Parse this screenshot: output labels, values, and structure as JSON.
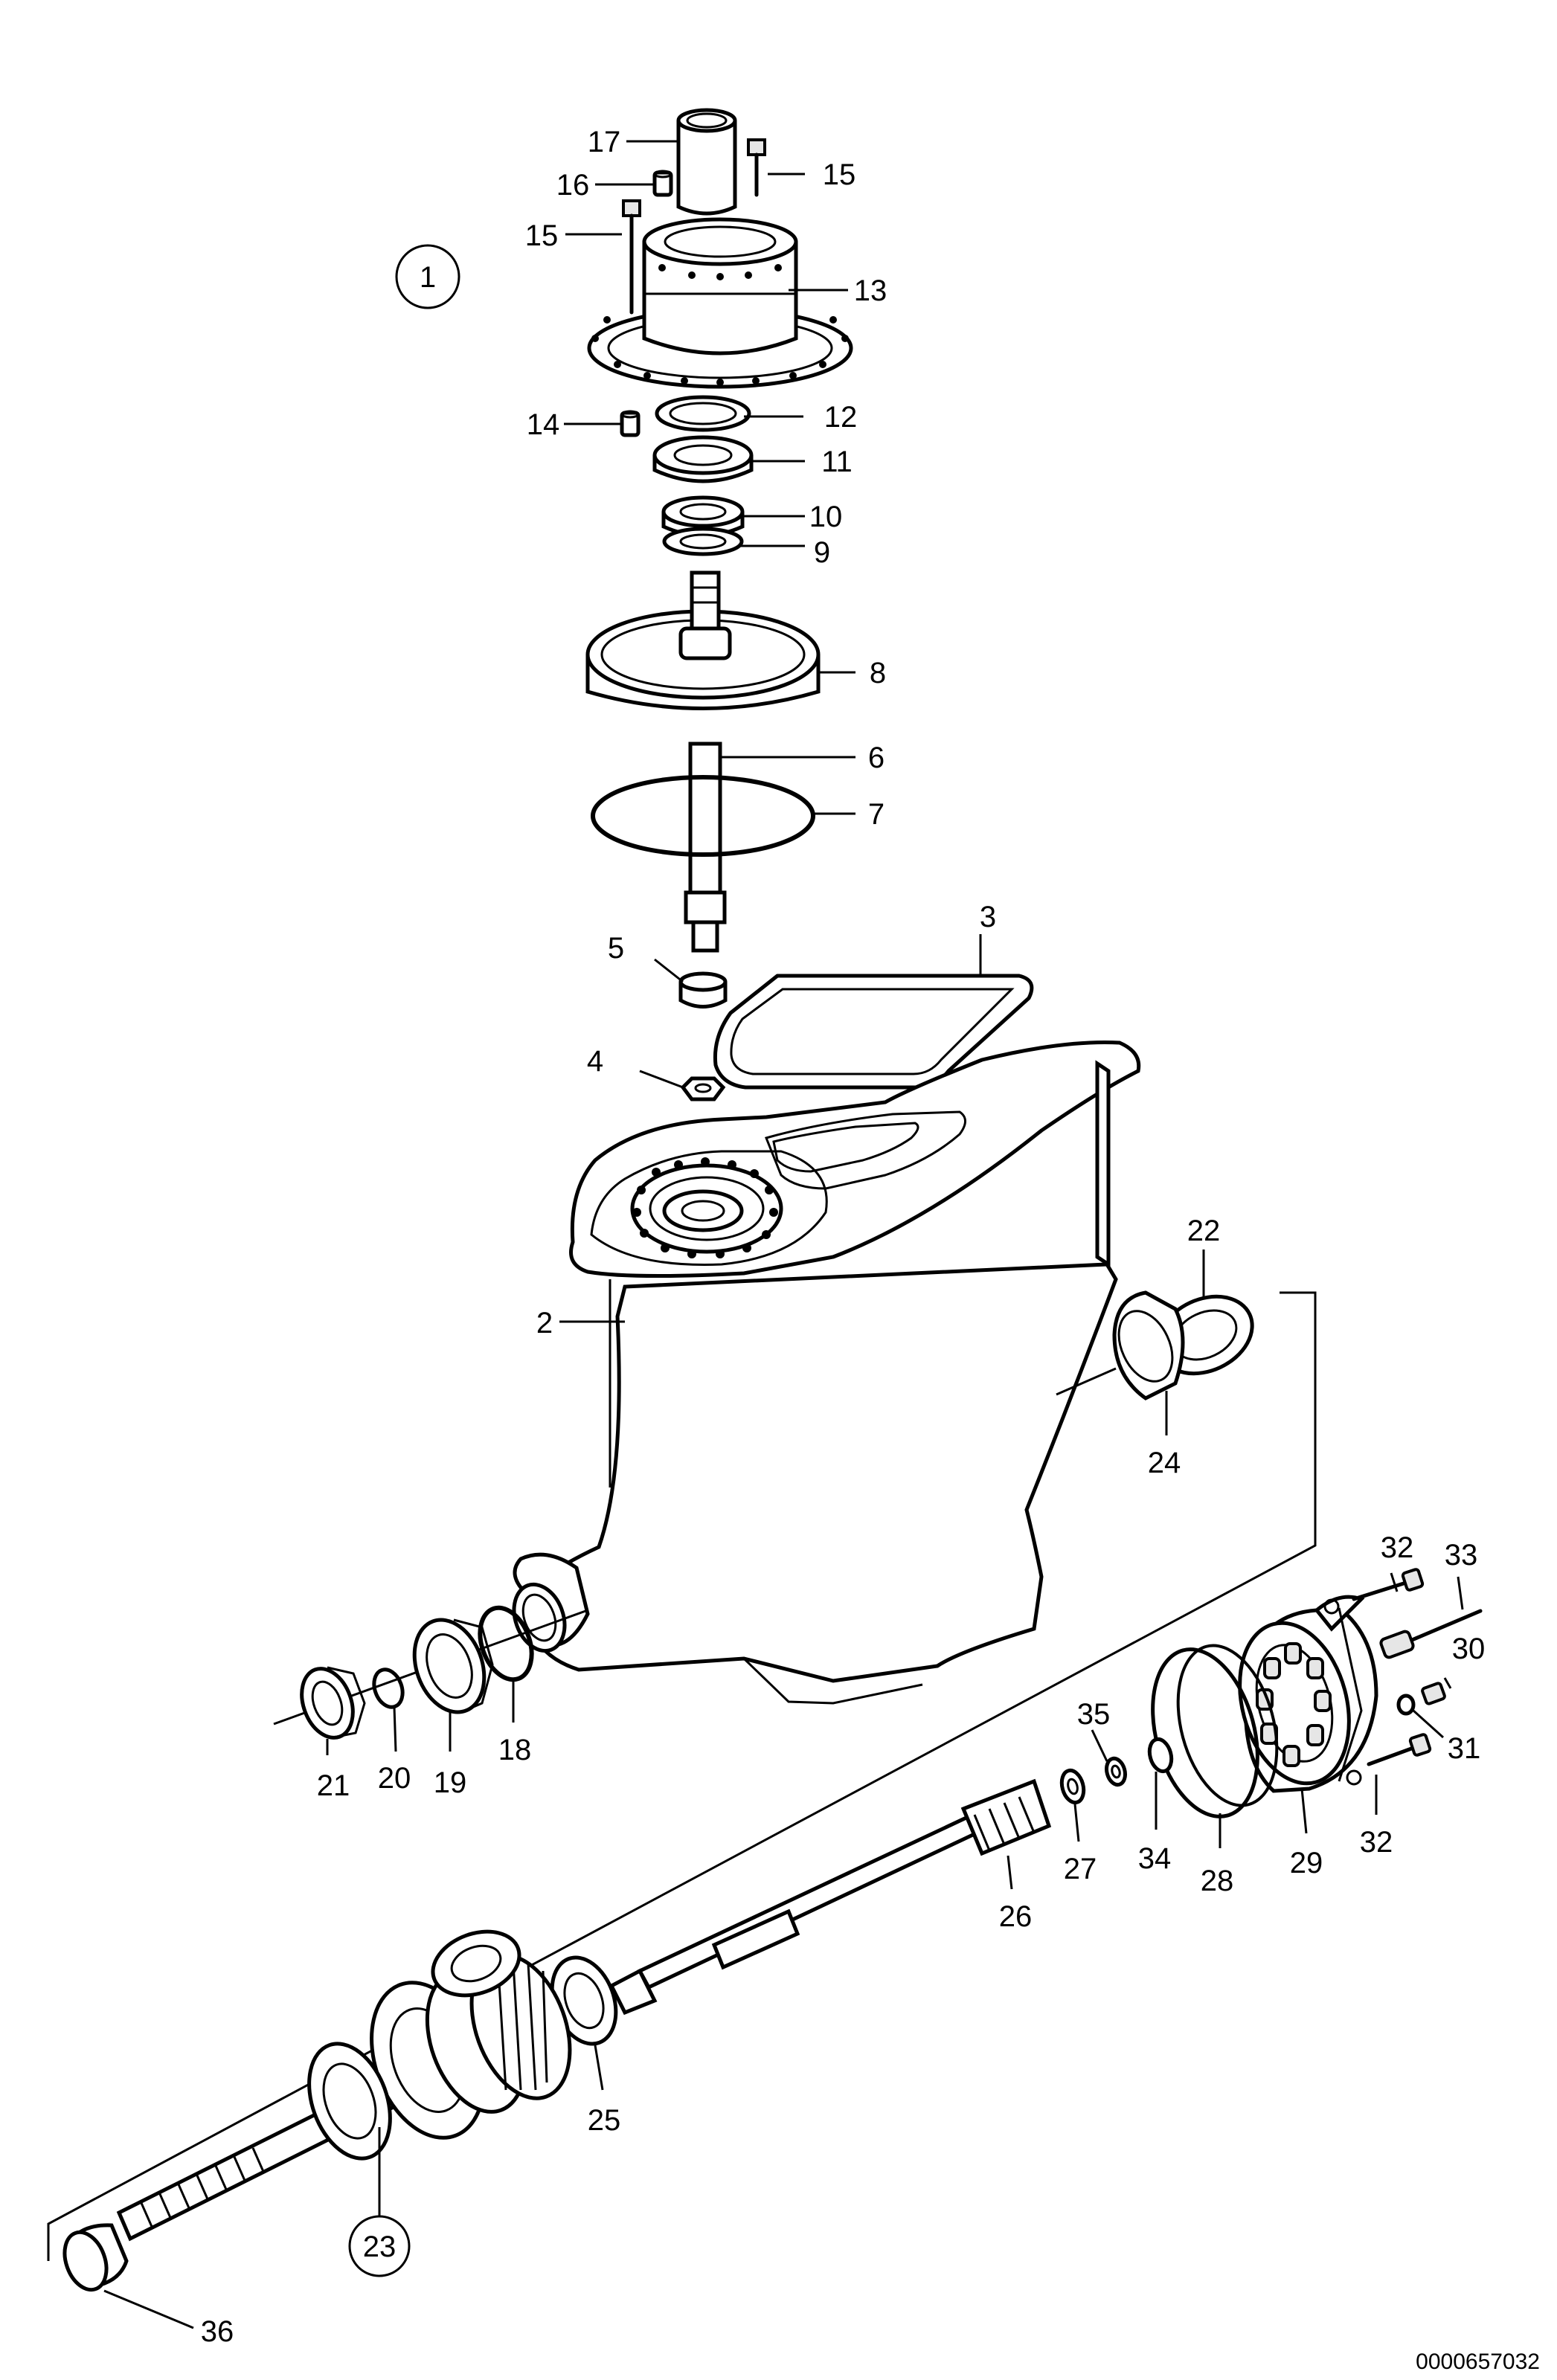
{
  "drawing_ref": "0000657032",
  "group_marker": "1",
  "sub_group_marker": "23",
  "labels": {
    "l2": "2",
    "l3": "3",
    "l4": "4",
    "l5": "5",
    "l6": "6",
    "l7": "7",
    "l8": "8",
    "l9": "9",
    "l10": "10",
    "l11": "11",
    "l12": "12",
    "l13": "13",
    "l14": "14",
    "l15a": "15",
    "l15b": "15",
    "l16": "16",
    "l17": "17",
    "l18": "18",
    "l19": "19",
    "l20": "20",
    "l21": "21",
    "l22": "22",
    "l24": "24",
    "l25": "25",
    "l26": "26",
    "l27": "27",
    "l28": "28",
    "l29": "29",
    "l30": "30",
    "l31": "31",
    "l32a": "32",
    "l32b": "32",
    "l33": "33",
    "l34": "34",
    "l35": "35",
    "l36": "36"
  }
}
